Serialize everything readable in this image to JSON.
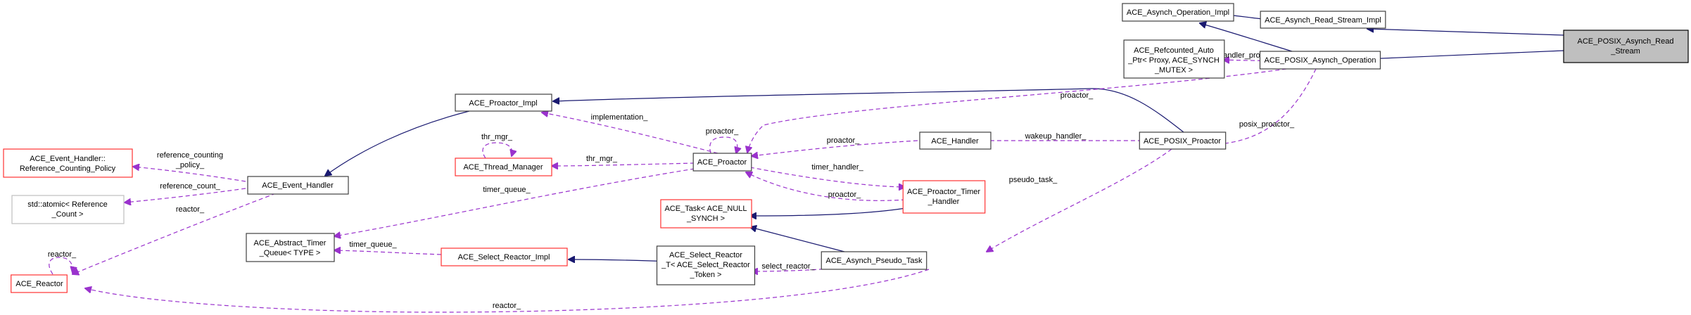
{
  "diagram": {
    "title": "Collaboration diagram for ACE_POSIX_Asynch_Read_Stream",
    "nodes": {
      "posix_asynch_read_stream": {
        "lines": [
          "ACE_POSIX_Asynch_Read",
          "_Stream"
        ],
        "style": "focus"
      },
      "asynch_operation_impl": {
        "lines": [
          "ACE_Asynch_Operation_Impl"
        ],
        "style": "normal"
      },
      "asynch_read_stream_impl": {
        "lines": [
          "ACE_Asynch_Read_Stream_Impl"
        ],
        "style": "normal"
      },
      "refcounted_auto_ptr": {
        "lines": [
          "ACE_Refcounted_Auto",
          "_Ptr< Proxy, ACE_SYNCH",
          "_MUTEX >"
        ],
        "style": "normal"
      },
      "posix_asynch_operation": {
        "lines": [
          "ACE_POSIX_Asynch_Operation"
        ],
        "style": "normal"
      },
      "proactor_impl": {
        "lines": [
          "ACE_Proactor_Impl"
        ],
        "style": "normal"
      },
      "posix_proactor": {
        "lines": [
          "ACE_POSIX_Proactor"
        ],
        "style": "normal"
      },
      "handler": {
        "lines": [
          "ACE_Handler"
        ],
        "style": "normal"
      },
      "proactor": {
        "lines": [
          "ACE_Proactor"
        ],
        "style": "normal"
      },
      "thread_manager": {
        "lines": [
          "ACE_Thread_Manager"
        ],
        "style": "red"
      },
      "event_handler": {
        "lines": [
          "ACE_Event_Handler"
        ],
        "style": "normal"
      },
      "reference_counting_policy": {
        "lines": [
          "ACE_Event_Handler::",
          "Reference_Counting_Policy"
        ],
        "style": "red"
      },
      "atomic_reference_count": {
        "lines": [
          "std::atomic< Reference",
          "_Count >"
        ],
        "style": "gray"
      },
      "proactor_timer_handler": {
        "lines": [
          "ACE_Proactor_Timer",
          "_Handler"
        ],
        "style": "red"
      },
      "task_null_synch": {
        "lines": [
          "ACE_Task< ACE_NULL",
          "_SYNCH >"
        ],
        "style": "red"
      },
      "abstract_timer_queue": {
        "lines": [
          "ACE_Abstract_Timer",
          "_Queue< TYPE >"
        ],
        "style": "normal"
      },
      "select_reactor_impl": {
        "lines": [
          "ACE_Select_Reactor_Impl"
        ],
        "style": "red"
      },
      "select_reactor_t": {
        "lines": [
          "ACE_Select_Reactor",
          "_T< ACE_Select_Reactor",
          "_Token >"
        ],
        "style": "normal"
      },
      "asynch_pseudo_task": {
        "lines": [
          "ACE_Asynch_Pseudo_Task"
        ],
        "style": "normal"
      },
      "reactor": {
        "lines": [
          "ACE_Reactor"
        ],
        "style": "red"
      }
    },
    "edge_labels": {
      "handler_proxy": "handler_proxy_",
      "proactor_from_posix_op": "proactor_",
      "posix_proactor": "posix_proactor_",
      "implementation": "implementation_",
      "proactor_self": "proactor_",
      "proactor_from_handler": "proactor_",
      "thr_mgr_self": "thr_mgr_",
      "thr_mgr": "thr_mgr_",
      "wakeup_handler": "wakeup_handler_",
      "timer_handler": "timer_handler_",
      "proactor_from_timer_handler": "proactor_",
      "timer_queue_proactor": "timer_queue_",
      "timer_queue_select": "timer_queue_",
      "reference_counting_policy": [
        "reference_counting",
        "_policy_"
      ],
      "reference_count": "reference_count_",
      "reactor_from_event_handler": "reactor_",
      "reactor_self": "reactor_",
      "pseudo_task": "pseudo_task_",
      "select_reactor": "select_reactor_",
      "reactor_from_pseudo_task": "reactor_"
    }
  }
}
